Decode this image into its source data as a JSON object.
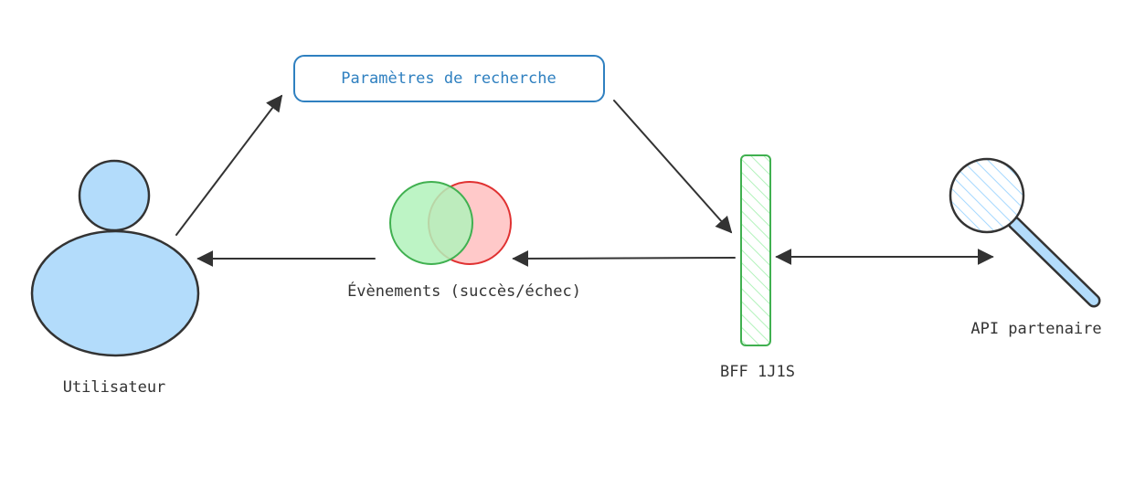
{
  "diagram": {
    "nodes": {
      "user": {
        "label": "Utilisateur",
        "icon": "person-icon",
        "fill": "#b3dcfb",
        "stroke": "#333333"
      },
      "params": {
        "label": "Paramètres de recherche",
        "stroke": "#2f80c0",
        "text_color": "#2f80c0"
      },
      "events": {
        "label": "Évènements (succès/échec)",
        "icon": "venn-circles-icon",
        "success_color": "#40b050",
        "success_fill": "#b2f2bb",
        "failure_color": "#e03131",
        "failure_fill": "#ffc9c9"
      },
      "bff": {
        "label": "BFF 1J1S",
        "stroke": "#40b050",
        "hatch": "#b2f2bb"
      },
      "api": {
        "label": "API partenaire",
        "icon": "magnifier-icon",
        "fill": "#b3dcfb"
      }
    },
    "edges": [
      {
        "from": "user",
        "to": "params"
      },
      {
        "from": "params",
        "to": "bff"
      },
      {
        "from": "bff",
        "to": "events"
      },
      {
        "from": "events",
        "to": "user"
      },
      {
        "from": "bff",
        "to": "api",
        "bidirectional": true
      }
    ]
  }
}
